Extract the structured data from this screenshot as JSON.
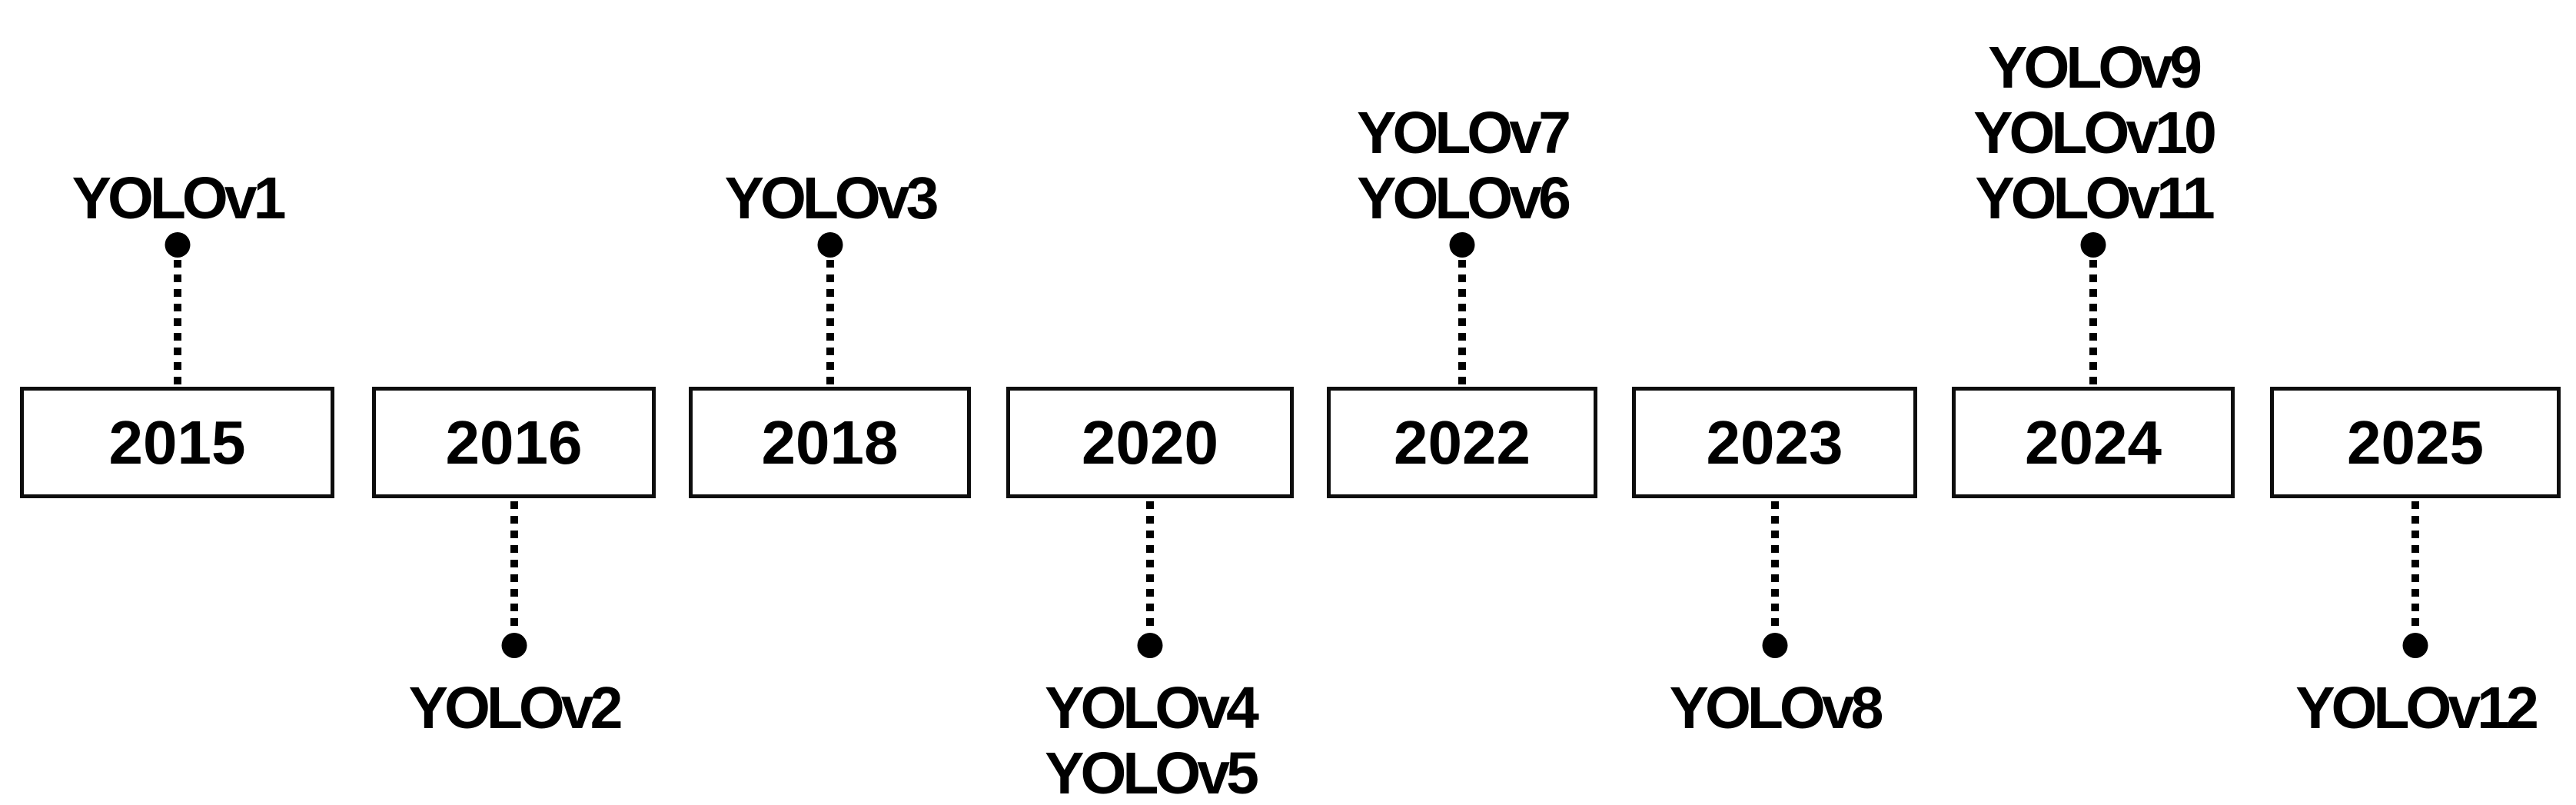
{
  "colors": {
    "ink": "#000000",
    "background": "#ffffff"
  },
  "timeline": {
    "items": [
      {
        "year": "2015",
        "side": "above",
        "models": [
          "YOLOv1"
        ]
      },
      {
        "year": "2016",
        "side": "below",
        "models": [
          "YOLOv2"
        ]
      },
      {
        "year": "2018",
        "side": "above",
        "models": [
          "YOLOv3"
        ]
      },
      {
        "year": "2020",
        "side": "below",
        "models": [
          "YOLOv4",
          "YOLOv5"
        ]
      },
      {
        "year": "2022",
        "side": "above",
        "models": [
          "YOLOv7",
          "YOLOv6"
        ]
      },
      {
        "year": "2023",
        "side": "below",
        "models": [
          "YOLOv8"
        ]
      },
      {
        "year": "2024",
        "side": "above",
        "models": [
          "YOLOv9",
          "YOLOv10",
          "YOLOv11"
        ]
      },
      {
        "year": "2025",
        "side": "below",
        "models": [
          "YOLOv12"
        ]
      }
    ]
  }
}
